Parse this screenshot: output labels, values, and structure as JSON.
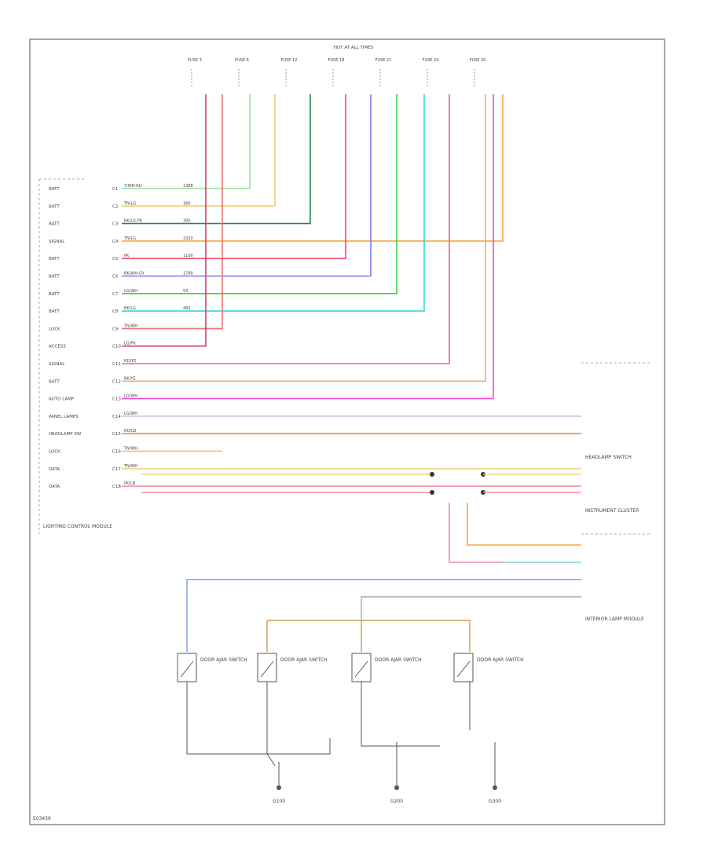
{
  "diagram": {
    "left_pins": [
      {
        "pin": "C1",
        "wire": "Y/WH-RD",
        "circ": "1388",
        "label": "BATT",
        "color": "#8fe28f"
      },
      {
        "pin": "C2",
        "wire": "TN/LG",
        "circ": "380",
        "label": "BATT",
        "color": "#e9c96a"
      },
      {
        "pin": "C3",
        "wire": "BK/LG-PK",
        "circ": "390",
        "label": "BATT",
        "color": "#1a8a4a"
      },
      {
        "pin": "C4",
        "wire": "TN/LG",
        "circ": "1320",
        "label": "SIGNAL",
        "color": "#f5a742"
      },
      {
        "pin": "C5",
        "wire": "PK",
        "circ": "1100",
        "label": "BATT",
        "color": "#f24a6a"
      },
      {
        "pin": "C6",
        "wire": "BK/WH-GY",
        "circ": "1780",
        "label": "BATT",
        "color": "#7d7de8"
      },
      {
        "pin": "C7",
        "wire": "LG/WH",
        "circ": "53",
        "label": "BATT",
        "color": "#3bd33b"
      },
      {
        "pin": "C8",
        "wire": "BK/LG",
        "circ": "482",
        "label": "BATT",
        "color": "#3ad5d5"
      },
      {
        "pin": "C9",
        "wire": "TN/WH",
        "circ": "",
        "label": "LOCK",
        "color": "#f07070"
      },
      {
        "pin": "C10",
        "wire": "LG/PK",
        "circ": "",
        "label": "ACCESS",
        "color": "#d43a80"
      },
      {
        "pin": "C11",
        "wire": "RD/YE",
        "circ": "",
        "label": "SIGNAL",
        "color": "#f26b6b"
      },
      {
        "pin": "C12",
        "wire": "BK/YE",
        "circ": "",
        "label": "BATT",
        "color": "#f7a96e"
      },
      {
        "pin": "C13",
        "wire": "LG/WH",
        "circ": "",
        "label": "AUTO LAMP",
        "color": "#f24ae0"
      },
      {
        "pin": "C14",
        "wire": "LG/WH",
        "circ": "",
        "label": "PANEL LAMPS",
        "color": "#c9c9e6"
      },
      {
        "pin": "C15",
        "wire": "RD/LB",
        "circ": "",
        "label": "HEADLAMP SW",
        "color": "#f08a4a"
      },
      {
        "pin": "C16",
        "wire": "TN/WH",
        "circ": "",
        "label": "LOCK",
        "color": "#f7b08a"
      },
      {
        "pin": "C17",
        "wire": "TN/WH",
        "circ": "",
        "label": "DATA",
        "color": "#ecd98a"
      },
      {
        "pin": "C18",
        "wire": "PK/LB",
        "circ": "",
        "label": "DATA",
        "color": "#f490a0"
      }
    ],
    "fuse_heading": "HOT AT ALL TIMES",
    "fuse_columns": [
      "FUSE 3",
      "FUSE 8",
      "FUSE 12",
      "FUSE 18",
      "FUSE 21",
      "FUSE 24",
      "FUSE 30"
    ],
    "labels": {
      "left_module": "LIGHTING CONTROL MODULE",
      "headlamp_switch": "HEADLAMP SWITCH",
      "instrument_cluster": "INSTRUMENT CLUSTER",
      "interior_lamp_module": "INTERIOR LAMP MODULE",
      "ground_left": "G100",
      "ground_mid": "G200",
      "ground_right": "G300",
      "footer_code": "E03456",
      "door_switch_1": "DOOR AJAR SWITCH",
      "door_switch_2": "DOOR AJAR SWITCH",
      "door_switch_3": "DOOR AJAR SWITCH",
      "door_switch_4": "DOOR AJAR SWITCH"
    }
  }
}
